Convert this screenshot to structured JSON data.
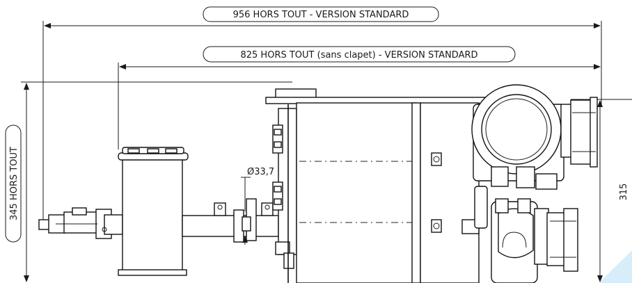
{
  "dimensions": {
    "overall_length": "956 HORS TOUT - VERSION STANDARD",
    "length_without_valve": "825 HORS TOUT (sans clapet) - VERSION STANDARD",
    "overall_height": "345 HORS TOUT",
    "height_315": "315",
    "pipe_diameter": "Ø33,7"
  },
  "colors": {
    "line": "#1a1a1a",
    "accent_corner": "#bfe3f7"
  }
}
